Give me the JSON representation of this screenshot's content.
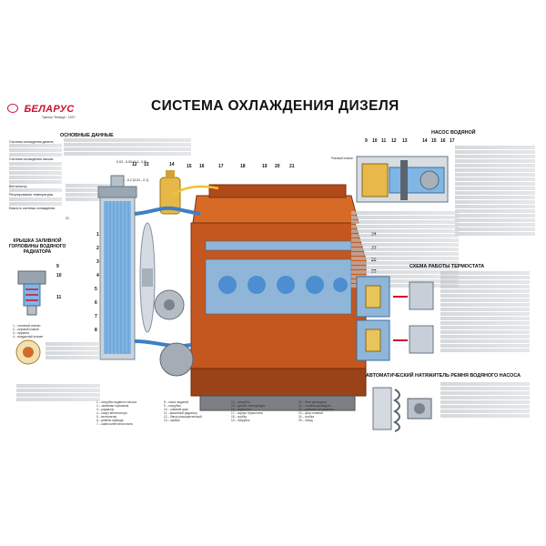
{
  "brand": {
    "name": "БЕЛАРУС",
    "sub": "Трактор \"Беларус - 1221\""
  },
  "title": "СИСТЕМА ОХЛАЖДЕНИЯ ДИЗЕЛЯ",
  "main_data": {
    "heading": "ОСНОВНЫЕ ДАННЫЕ",
    "lines": [
      "Система охлаждения дизеля",
      "Система охлаждения насоса",
      "Вентилятор",
      "Регулирование температуры",
      "Емкость системы охлаждения"
    ],
    "values": [
      "0,03...0,05 (0,3...0,5)",
      "0,051...0,2 (0,51...2,1)",
      "21"
    ]
  },
  "cap_section": {
    "heading": "КРЫШКА ЗАЛИВНОЙ ГОРЛОВИНЫ ВОДЯНОГО РАДИАТОРА",
    "legend": [
      "1 – основной клапан",
      "2 – паровой клапан",
      "3 – пружина",
      "4 – воздушный клапан"
    ]
  },
  "pump_section": {
    "heading": "НАСОС ВОДЯНОЙ",
    "side_label": "Разовый клапан"
  },
  "thermo_section": {
    "heading": "СХЕМА РАБОТЫ ТЕРМОСТАТА"
  },
  "tensioner_section": {
    "heading": "АВТОМАТИЧЕСКИЙ НАТЯЖИТЕЛЬ РЕМНЯ ВОДЯНОГО НАСОСА"
  },
  "callouts_top": [
    "12",
    "13",
    "14",
    "15",
    "16",
    "17",
    "18",
    "19",
    "20",
    "21"
  ],
  "callouts_left": [
    "1",
    "2",
    "3",
    "4",
    "5",
    "6",
    "7",
    "8",
    "9",
    "10",
    "11"
  ],
  "callouts_right": [
    "22",
    "23",
    "24",
    "25"
  ],
  "pump_callouts": [
    "9",
    "10",
    "11",
    "12",
    "13",
    "14",
    "15",
    "16",
    "17"
  ],
  "main_legend": [
    "1 – патрубок водяного насоса",
    "2 – заливная горловина",
    "3 – радиатор",
    "4 – кожух вентилятора",
    "5 – вентилятор",
    "6 – ремень привода",
    "7 – шкив коленчатого вала",
    "8 – насос водяной",
    "9 – патрубок",
    "10 – сливной кран",
    "11 – масляный радиатор",
    "12 – бачок расширительный",
    "13 – пробка",
    "14 – патрубок",
    "15 – датчик температуры",
    "16 – термостат",
    "17 – корпус термостата",
    "18 – трубка",
    "19 – патрубок",
    "20 – блок цилиндров",
    "21 – головка цилиндров",
    "22 – рубашка охлаждения",
    "23 – кран сливной",
    "24 – трубка",
    "25 – отвод"
  ]
}
